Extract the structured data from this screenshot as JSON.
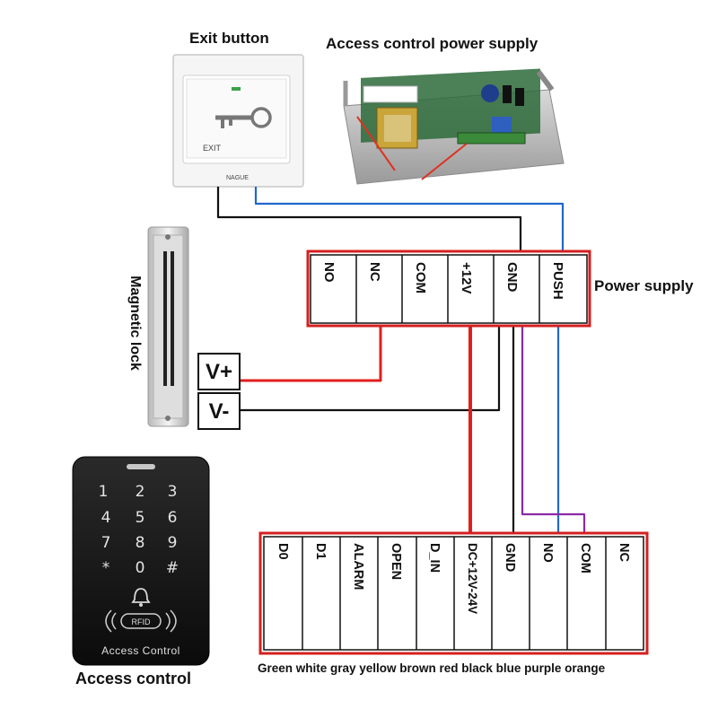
{
  "labels": {
    "exit_button": "Exit button",
    "access_power_supply": "Access control power supply",
    "power_supply": "Power supply",
    "magnetic_lock": "Magnetic lock",
    "access_control": "Access control",
    "wire_colors": "Green white gray yellow brown red   black  blue purple orange"
  },
  "devices": {
    "exit_plate_text": "EXIT",
    "exit_brand": "NAGUE",
    "keypad_keys": [
      "1",
      "2",
      "3",
      "4",
      "5",
      "6",
      "7",
      "8",
      "9",
      "*",
      "0",
      "#"
    ],
    "rfid_text": "RFID",
    "keypad_caption": "Access Control"
  },
  "power_terminals": [
    "NO",
    "NC",
    "COM",
    "+12V",
    "GND",
    "PUSH"
  ],
  "lock_terminals": [
    "V+",
    "V-"
  ],
  "controller_terminals": [
    "D0",
    "D1",
    "ALARM",
    "OPEN",
    "D_IN",
    "DC+12V-24V",
    "GND",
    "NO",
    "COM",
    "NC"
  ],
  "colors": {
    "red_wire": "#e11e1e",
    "black_wire": "#111111",
    "blue_wire": "#2266cc",
    "purple_wire": "#8a2aa6",
    "terminal_border": "#d42020"
  }
}
